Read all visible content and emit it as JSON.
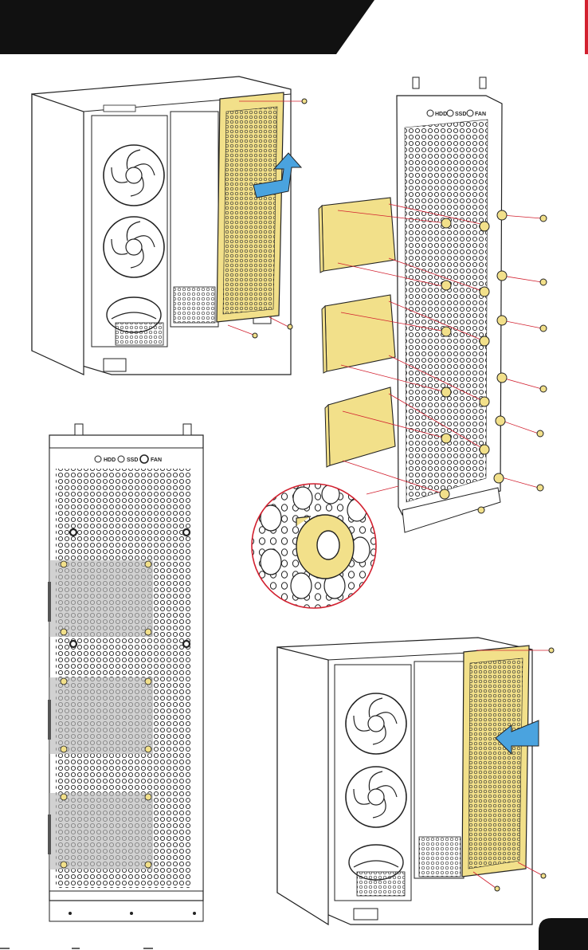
{
  "page": {
    "number": "",
    "accent_color": "#d2202f",
    "highlight_color": "#f2e08a",
    "banner_color": "#111111"
  },
  "panel_labels": {
    "hdd": "HDD",
    "ssd": "SSD",
    "fan": "FAN"
  },
  "figures": [
    {
      "name": "case-panel-removal",
      "step": "lift yellow drive panel up and out"
    },
    {
      "name": "ssd-mounting-exploded",
      "step": "attach SSDs with grommets and screws"
    },
    {
      "name": "panel-layout-reference",
      "step": "mounting positions on drive panel"
    },
    {
      "name": "case-panel-reinstall",
      "step": "slide panel back into case"
    }
  ]
}
